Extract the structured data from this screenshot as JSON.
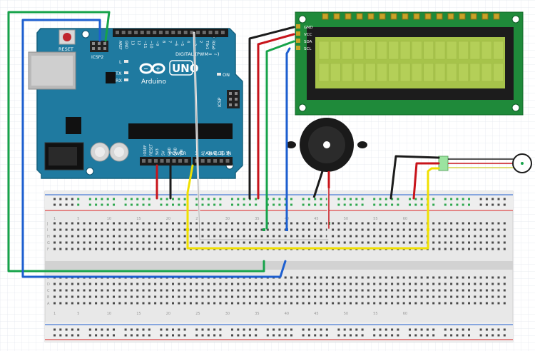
{
  "arduino": {
    "reset_label": "RESET",
    "icsp2_label": "ICSP2",
    "icsp_label": "ICSP",
    "brand_logo_text": "UNO",
    "brand_name": "Arduino",
    "digital_label": "DIGITAL (PWM= ~)",
    "power_label": "POWER",
    "analog_label": "ANALOG IN",
    "l_label": "L",
    "tx_label": "TX",
    "rx_label": "RX",
    "on_label": "ON",
    "top_pin_labels": [
      "AREF",
      "GND",
      "13",
      "12",
      "~11",
      "~10",
      "~9",
      "8",
      "7",
      "~6",
      "~5",
      "4",
      "~3",
      "2",
      "TX▸1",
      "RX◂0"
    ],
    "power_pin_labels": [
      "IOREF",
      "RESET",
      "3V3",
      "5V",
      "GND",
      "GND",
      "VIN"
    ],
    "analog_pin_labels": [
      "A0",
      "A1",
      "A2",
      "A3",
      "A4",
      "A5"
    ]
  },
  "lcd": {
    "pin_labels": [
      "GND",
      "VCC",
      "SDA",
      "SCL"
    ]
  },
  "breadboard": {
    "column_numbers": [
      "1",
      "5",
      "10",
      "15",
      "20",
      "25",
      "30",
      "35",
      "40",
      "45",
      "50",
      "55",
      "60"
    ],
    "row_letters_top": [
      "J",
      "I",
      "H",
      "G",
      "F"
    ],
    "row_letters_bottom": [
      "E",
      "D",
      "C",
      "B",
      "A"
    ]
  },
  "colors": {
    "board": "#1f7aa0",
    "lcd_pcb": "#1f8a3a",
    "lcd_screen": "#a6c34a",
    "wire_green": "#16a34a",
    "wire_blue": "#1d5fd0",
    "wire_red": "#c8141b",
    "wire_black": "#1b1b1b",
    "wire_yellow": "#f0e000",
    "wire_white": "#e8e8e8"
  }
}
